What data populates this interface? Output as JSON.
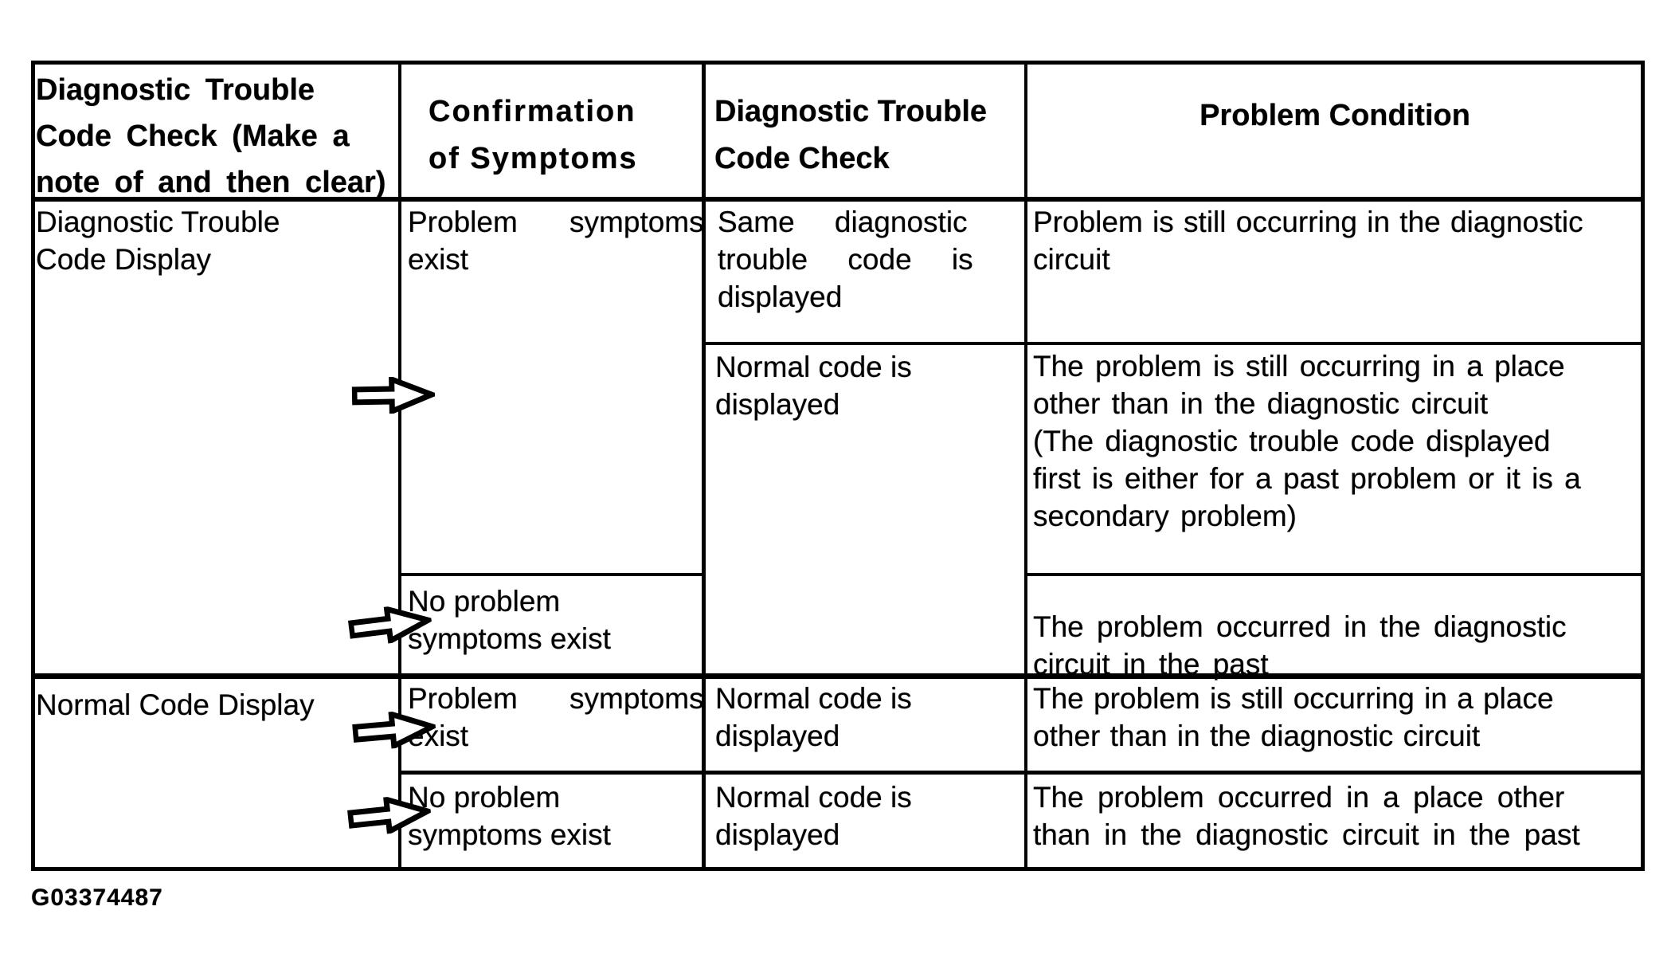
{
  "document": {
    "figure_id": "G03374487",
    "colors": {
      "ink": "#000000",
      "paper": "#ffffff"
    },
    "table": {
      "header": {
        "col1": "Diagnostic Trouble\nCode Check (Make a\nnote of and then clear)",
        "col2": "Confirmation\nof Symptoms",
        "col3": "Diagnostic Trouble\nCode Check",
        "col4": "Problem Condition"
      },
      "cells": {
        "dtc_display": "Diagnostic Trouble\nCode Display",
        "normal_display": "Normal Code Display",
        "r1_symptoms_exist": "Problem symptoms\nexist",
        "r1_no_symptoms": "No problem\nsymptoms exist",
        "r2_symptoms_exist": "Problem symptoms\nexist",
        "r2_no_symptoms": "No problem\nsymptoms exist",
        "r1_same_code": "Same diagnostic\ntrouble code is\ndisplayed",
        "r1_normal_code": "Normal code is\ndisplayed",
        "r2a_normal_code": "Normal code is\ndisplayed",
        "r2b_normal_code": "Normal code is\ndisplayed",
        "cond_1a": "Problem is still occurring in the diagnostic\ncircuit",
        "cond_1b": "The problem is still occurring in a place\nother than in the diagnostic circuit\n(The diagnostic trouble code displayed\nfirst is either for a past problem or it is a\nsecondary problem)",
        "cond_1c": "The problem occurred in the diagnostic\ncircuit in the past",
        "cond_2a": "The problem is still occurring in a place\nother than in the diagnostic circuit",
        "cond_2b": "The problem occurred in a place other\nthan in the diagnostic circuit in the past"
      }
    }
  }
}
